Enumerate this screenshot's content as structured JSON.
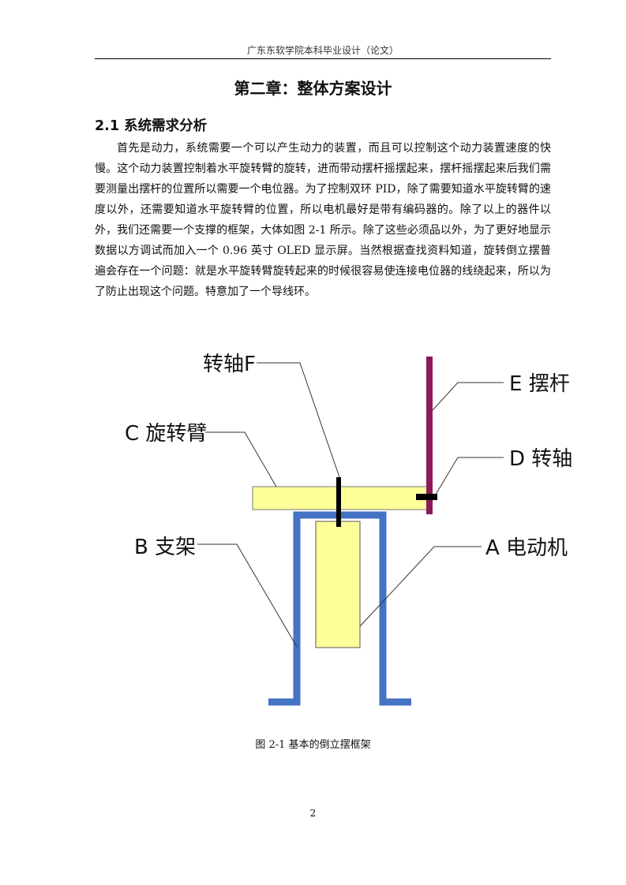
{
  "header": {
    "text": "广东东软学院本科毕业设计（论文）"
  },
  "chapter": {
    "title": "第二章：整体方案设计"
  },
  "section": {
    "title": "2.1 系统需求分析"
  },
  "body": {
    "paragraph": "首先是动力，系统需要一个可以产生动力的装置，而且可以控制这个动力装置速度的快慢。这个动力装置控制着水平旋转臂的旋转，进而带动摆杆摇摆起来，摆杆摇摆起来后我们需要测量出摆杆的位置所以需要一个电位器。为了控制双环 PID，除了需要知道水平旋转臂的速度以外，还需要知道水平旋转臂的位置，所以电机最好是带有编码器的。除了以上的器件以外，我们还需要一个支撑的框架，大体如图 2-1 所示。除了这些必须品以外，为了更好地显示数据以方调试而加入一个 0.96 英寸 OLED 显示屏。当然根据查找资料知道，旋转倒立摆普遍会存在一个问题：就是水平旋转臂旋转起来的时候很容易使连接电位器的线绕起来，所以为了防止出现这个问题。特意加了一个导线环。"
  },
  "figure": {
    "labels": {
      "shaft_f": "转轴F",
      "pendulum_e": "E 摆杆",
      "arm_c": "C 旋转臂",
      "shaft_d": "D 转轴",
      "frame_b": "B 支架",
      "motor_a": "A 电动机"
    },
    "colors": {
      "frame": "#4472c4",
      "arm": "#ffff99",
      "motor": "#ffff99",
      "pendulum": "#8b1a5a",
      "shaft": "#000000"
    },
    "caption": "图 2-1 基本的倒立摆框架"
  },
  "footer": {
    "page_number": "2"
  }
}
